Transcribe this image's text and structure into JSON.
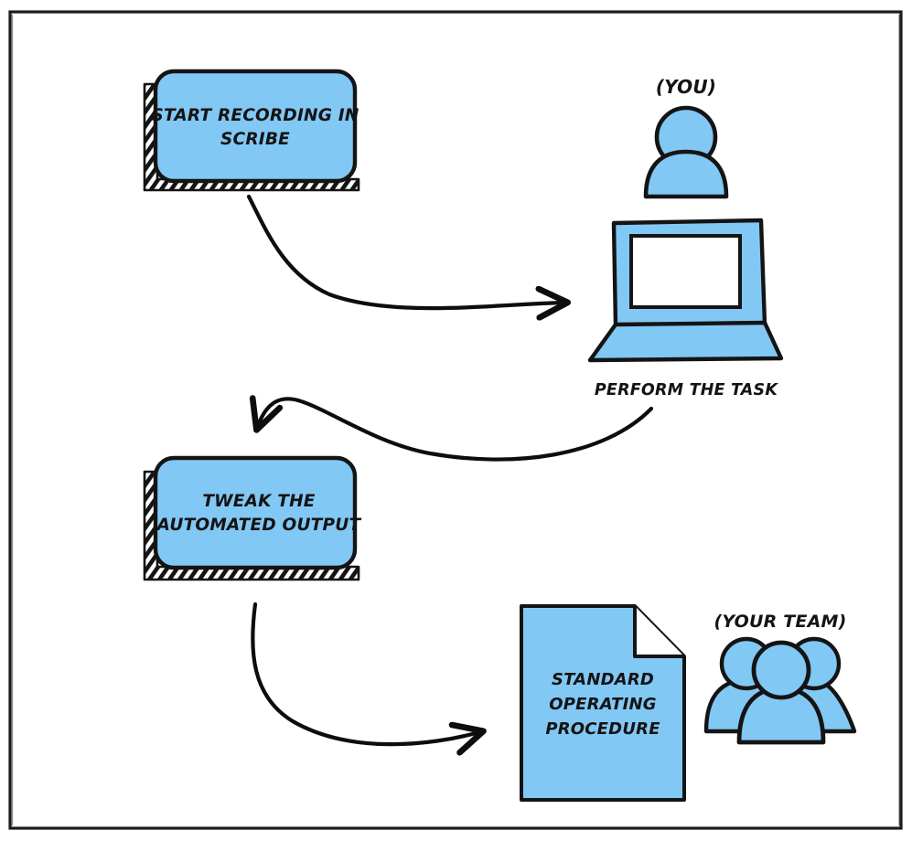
{
  "diagram": {
    "title": "Scribe recording to Standard Operating Procedure workflow",
    "style": "hand-drawn whiteboard sketch",
    "frame": {
      "stroke_color": "#1a1a1a",
      "background": "#ffffff"
    },
    "palette": {
      "fill_blue": "#82c8f4",
      "outline_black": "#141414",
      "screen_white": "#ffffff",
      "shadow_hatch": "#141414"
    },
    "nodes": [
      {
        "id": "start-recording",
        "type": "rounded-box",
        "label_lines": [
          "START RECORDING IN",
          "SCRIBE"
        ],
        "fill": "#82c8f4"
      },
      {
        "id": "tweak-output",
        "type": "rounded-box",
        "label_lines": [
          "TWEAK THE",
          "AUTOMATED OUTPUT"
        ],
        "fill": "#82c8f4"
      },
      {
        "id": "sop-document",
        "type": "document-page",
        "label_lines": [
          "STANDARD",
          "OPERATING",
          "PROCEDURE"
        ],
        "fill": "#82c8f4"
      }
    ],
    "actors": [
      {
        "id": "you",
        "type": "single-person",
        "caption_above": "(YOU)",
        "fill": "#82c8f4"
      },
      {
        "id": "laptop",
        "type": "laptop",
        "caption_below": "PERFORM THE TASK",
        "fill": "#82c8f4",
        "screen_fill": "#ffffff"
      },
      {
        "id": "your-team",
        "type": "people-group",
        "caption_above": "(YOUR TEAM)",
        "person_count": 3,
        "fill": "#82c8f4"
      }
    ],
    "connectors": [
      {
        "id": "arrow-start-to-laptop",
        "from": "start-recording",
        "to": "laptop",
        "shape": "curve-down-right"
      },
      {
        "id": "arrow-laptop-to-tweak",
        "from": "laptop",
        "to": "tweak-output",
        "shape": "s-curve-left"
      },
      {
        "id": "arrow-tweak-to-sop",
        "from": "tweak-output",
        "to": "sop-document",
        "shape": "curve-down-right"
      }
    ]
  }
}
